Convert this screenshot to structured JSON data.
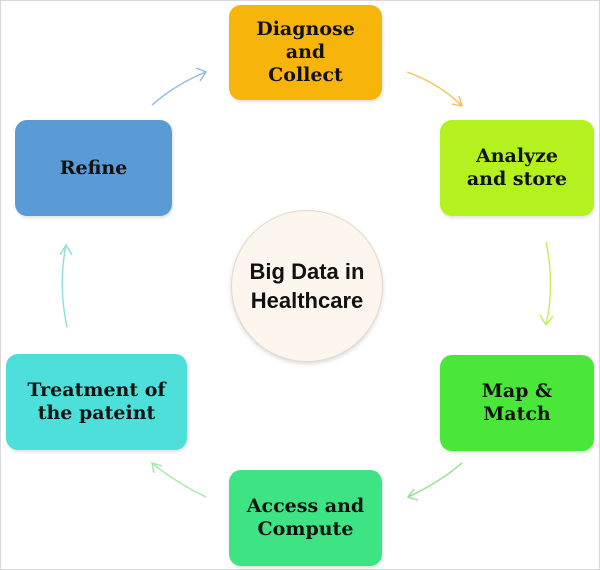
{
  "center": {
    "label": "Big Data in\nHealthcare"
  },
  "nodes": [
    {
      "id": "n-diagnose",
      "label": "Diagnose\nand\nCollect",
      "color": "#f7b40a"
    },
    {
      "id": "n-analyze",
      "label": "Analyze\nand store",
      "color": "#b3f21e"
    },
    {
      "id": "n-map",
      "label": "Map &\nMatch",
      "color": "#4be63a"
    },
    {
      "id": "n-access",
      "label": "Access and\nCompute",
      "color": "#3ee384"
    },
    {
      "id": "n-treat",
      "label": "Treatment of\nthe pateint",
      "color": "#4edfda"
    },
    {
      "id": "n-refine",
      "label": "Refine",
      "color": "#5b9bd5"
    }
  ],
  "arrow_colors": [
    "#f7c052",
    "#c5ec5a",
    "#8fe08a",
    "#9fe9a6",
    "#8fdedd",
    "#8fb9e3"
  ]
}
